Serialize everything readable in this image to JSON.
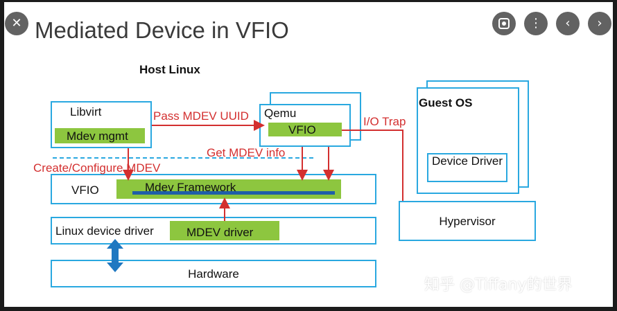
{
  "slide": {
    "title": "Mediated Device in VFIO",
    "host_label": "Host Linux",
    "libvirt": "Libvirt",
    "mdev_mgmt": "Mdev mgmt",
    "qemu": "Qemu",
    "vfio_small": "VFIO",
    "guest_os": "Guest OS",
    "device_driver": "Device Driver",
    "vfio_layer": "VFIO",
    "mdev_framework": "Mdev Framework",
    "linux_driver": "Linux device driver",
    "mdev_driver": "MDEV driver",
    "hardware": "Hardware",
    "hypervisor": "Hypervisor",
    "pass_uuid": "Pass MDEV UUID",
    "get_info": "Get MDEV info",
    "create_mdev": "Create/Configure MDEV",
    "io_trap": "I/O Trap"
  },
  "watermark": "知乎 @Tiffany的世界",
  "controls": {
    "close": "close-icon",
    "lens": "lens-icon",
    "more": "more-icon",
    "prev": "prev-icon",
    "next": "next-icon"
  },
  "colors": {
    "box_border": "#29a8e0",
    "green": "#8dc63f",
    "arrow": "#d32f2f",
    "framework_bar": "#1f5fa8",
    "bidir_arrow": "#1f78c1"
  }
}
